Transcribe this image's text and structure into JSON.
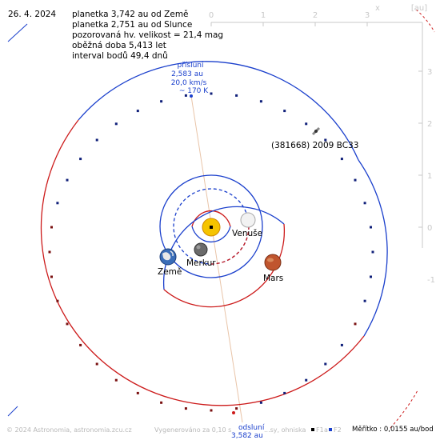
{
  "header": {
    "date": "26. 4. 2024",
    "lines": [
      "planetka 3,742 au od Země",
      "planetka 2,751 au od Slunce",
      "pozorovaná hv. velikost = 21,4 mag",
      "oběžná doba 5,413 let",
      "interval bodů 49,4 dnů"
    ]
  },
  "axes": {
    "unit": "[au]",
    "x_label": "x",
    "x_ticks": [
      "0",
      "1",
      "2",
      "3"
    ],
    "y_ticks": [
      "3",
      "2",
      "1",
      "0",
      "-1"
    ]
  },
  "perihelion": {
    "lines": [
      "přísluní",
      "2,583 au",
      "20,0 km/s",
      "~ 170 K"
    ]
  },
  "aphelion": {
    "lines": [
      "odsluní",
      "3,582 au"
    ]
  },
  "asteroid": {
    "label": "(381668) 2009 BC33"
  },
  "planets": {
    "venus": "Venuše",
    "earth": "Země",
    "mercury": "Merkur",
    "mars": "Mars"
  },
  "footer": {
    "copyright": "© 2024 Astronomia, astronomia.zcu.cz",
    "generated": "Vygenerováno za 0,10 s",
    "legend_mid": "...sy, ohniska",
    "f1": "F1",
    "a_word": "a",
    "f2": "F2",
    "scale": "Měřítko : 0,0155 au/bod"
  },
  "colors": {
    "orbit_blue": "#1a3fcc",
    "orbit_red": "#cc1a1a",
    "axis_grey": "#c8c8c8",
    "apsis_line": "#e8c4a8",
    "label_blue": "#1a3fcc",
    "sun": "#f5c400"
  }
}
